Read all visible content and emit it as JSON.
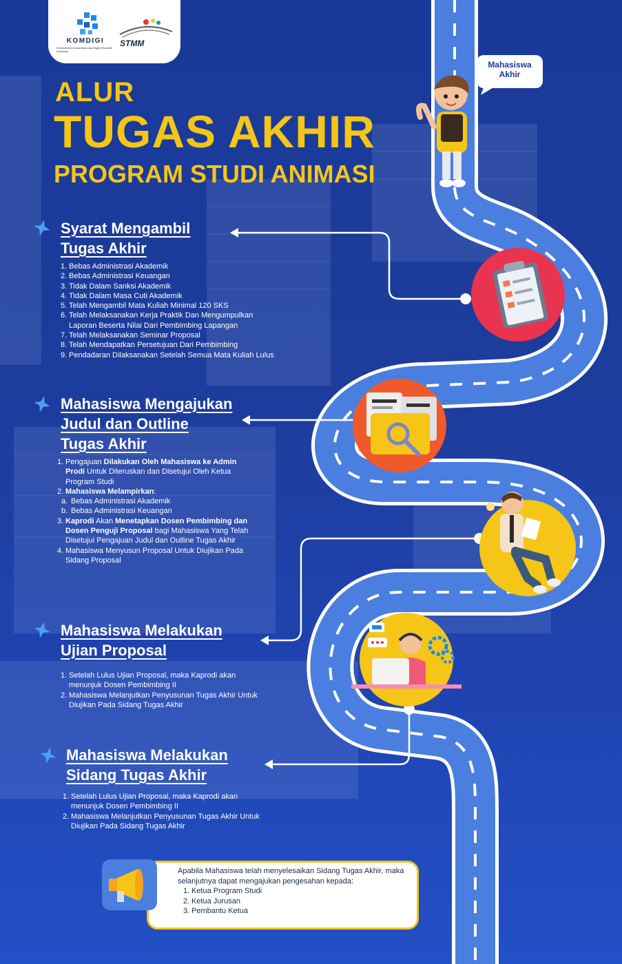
{
  "header": {
    "logo1_name": "KOMDIGI",
    "logo1_sub": "Kementerian Komunikasi dan Digital Republik Indonesia",
    "logo2_name": "STMM",
    "title_line1": "ALUR",
    "title_line2": "TUGAS AKHIR",
    "title_line3": "PROGRAM STUDI ANIMASI"
  },
  "character_bubble": {
    "line1": "Mahasiswa",
    "line2": "Akhir"
  },
  "sections": [
    {
      "title_line1": "Syarat Mengambil",
      "title_line2": "Tugas Akhir",
      "items": [
        "Bebas Administrasi Akademik",
        "Bebas Administrasi Keuangan",
        "Tidak Dalam Sanksi Akademik",
        "Tidak Dalam Masa Cuti Akademik",
        "Telah Mengambil Mata Kuliah Minimal 120 SKS",
        "Telah Melaksanakan Kerja Praktik Dan Mengumpulkan Laporan Beserta Nilai Dari Pembimbing Lapangan",
        "Telah Melaksanakan Seminar Proposal",
        "Telah Mendapatkan Persetujuan Dari Pembimbing",
        "Pendadaran Dilaksanakan Setelah Semua Mata Kuliah Lulus"
      ]
    },
    {
      "title_line1": "Mahasiswa Mengajukan",
      "title_line2": "Judul dan Outline",
      "title_line3": "Tugas Akhir",
      "i1_a": "Pengajuan ",
      "i1_b": "Dilakukan Oleh Mahasiswa ke Admin Prodi",
      "i1_c": " Untuk Diteruskan dan Disetujui Oleh Ketua Program Studi",
      "i2": "Mahasiswa Melampirkan",
      "i2_colon": ":",
      "i2_sub": [
        "Bebas Administrasi Akademik",
        "Bebas Administrasi Keuangan"
      ],
      "i3_a": "Kaprodi",
      "i3_b": " Akan ",
      "i3_c": "Menetapkan Dosen Pembimbing dan Dosen Penguji Proposal",
      "i3_d": " bagi Mahasiswa Yang Telah Disetujui Pengajuan Judul dan Outline Tugas Akhir",
      "i4": "Mahasiswa Menyusun Proposal Untuk Diujikan Pada Sidang Proposal"
    },
    {
      "title_line1": "Mahasiswa Melakukan",
      "title_line2": "Ujian Proposal",
      "items": [
        "Setelah Lulus Ujian Proposal, maka Kaprodi akan menunjuk Dosen Pembimbing II",
        "Mahasiswa Melanjutkan Penyusunan Tugas Akhir Untuk Diujikan Pada Sidang Tugas Akhir"
      ]
    },
    {
      "title_line1": "Mahasiswa Melakukan",
      "title_line2": "Sidang Tugas Akhir",
      "items": [
        "Setelah Lulus Ujian Proposal, maka Kaprodi akan menunjuk Dosen Pembimbing II",
        "Mahasiswa Melanjutkan Penyusunan Tugas Akhir Untuk Diujikan Pada Sidang Tugas Akhir"
      ]
    }
  ],
  "final": {
    "intro": "Apabila Mahasiswa telah menyelesaikan Sidang Tugas Akhir, maka selanjutnya dapat mengajukan pengesahan kepada:",
    "items": [
      "Ketua Program Studi",
      "Ketua Jurusan",
      "Pembantu Ketua"
    ]
  },
  "colors": {
    "background": "#1d3c9c",
    "title": "#f5c518",
    "road": "#4a7fe0",
    "road_edge": "#ffffff",
    "circle_red": "#e8344f",
    "circle_orange": "#f05a2a",
    "circle_yellow": "#f5c518"
  },
  "icons": [
    "komdigi-logo",
    "stmm-logo",
    "star-icon",
    "clipboard-icon",
    "folder-search-icon",
    "thinking-student-icon",
    "customer-service-icon",
    "megaphone-icon"
  ]
}
